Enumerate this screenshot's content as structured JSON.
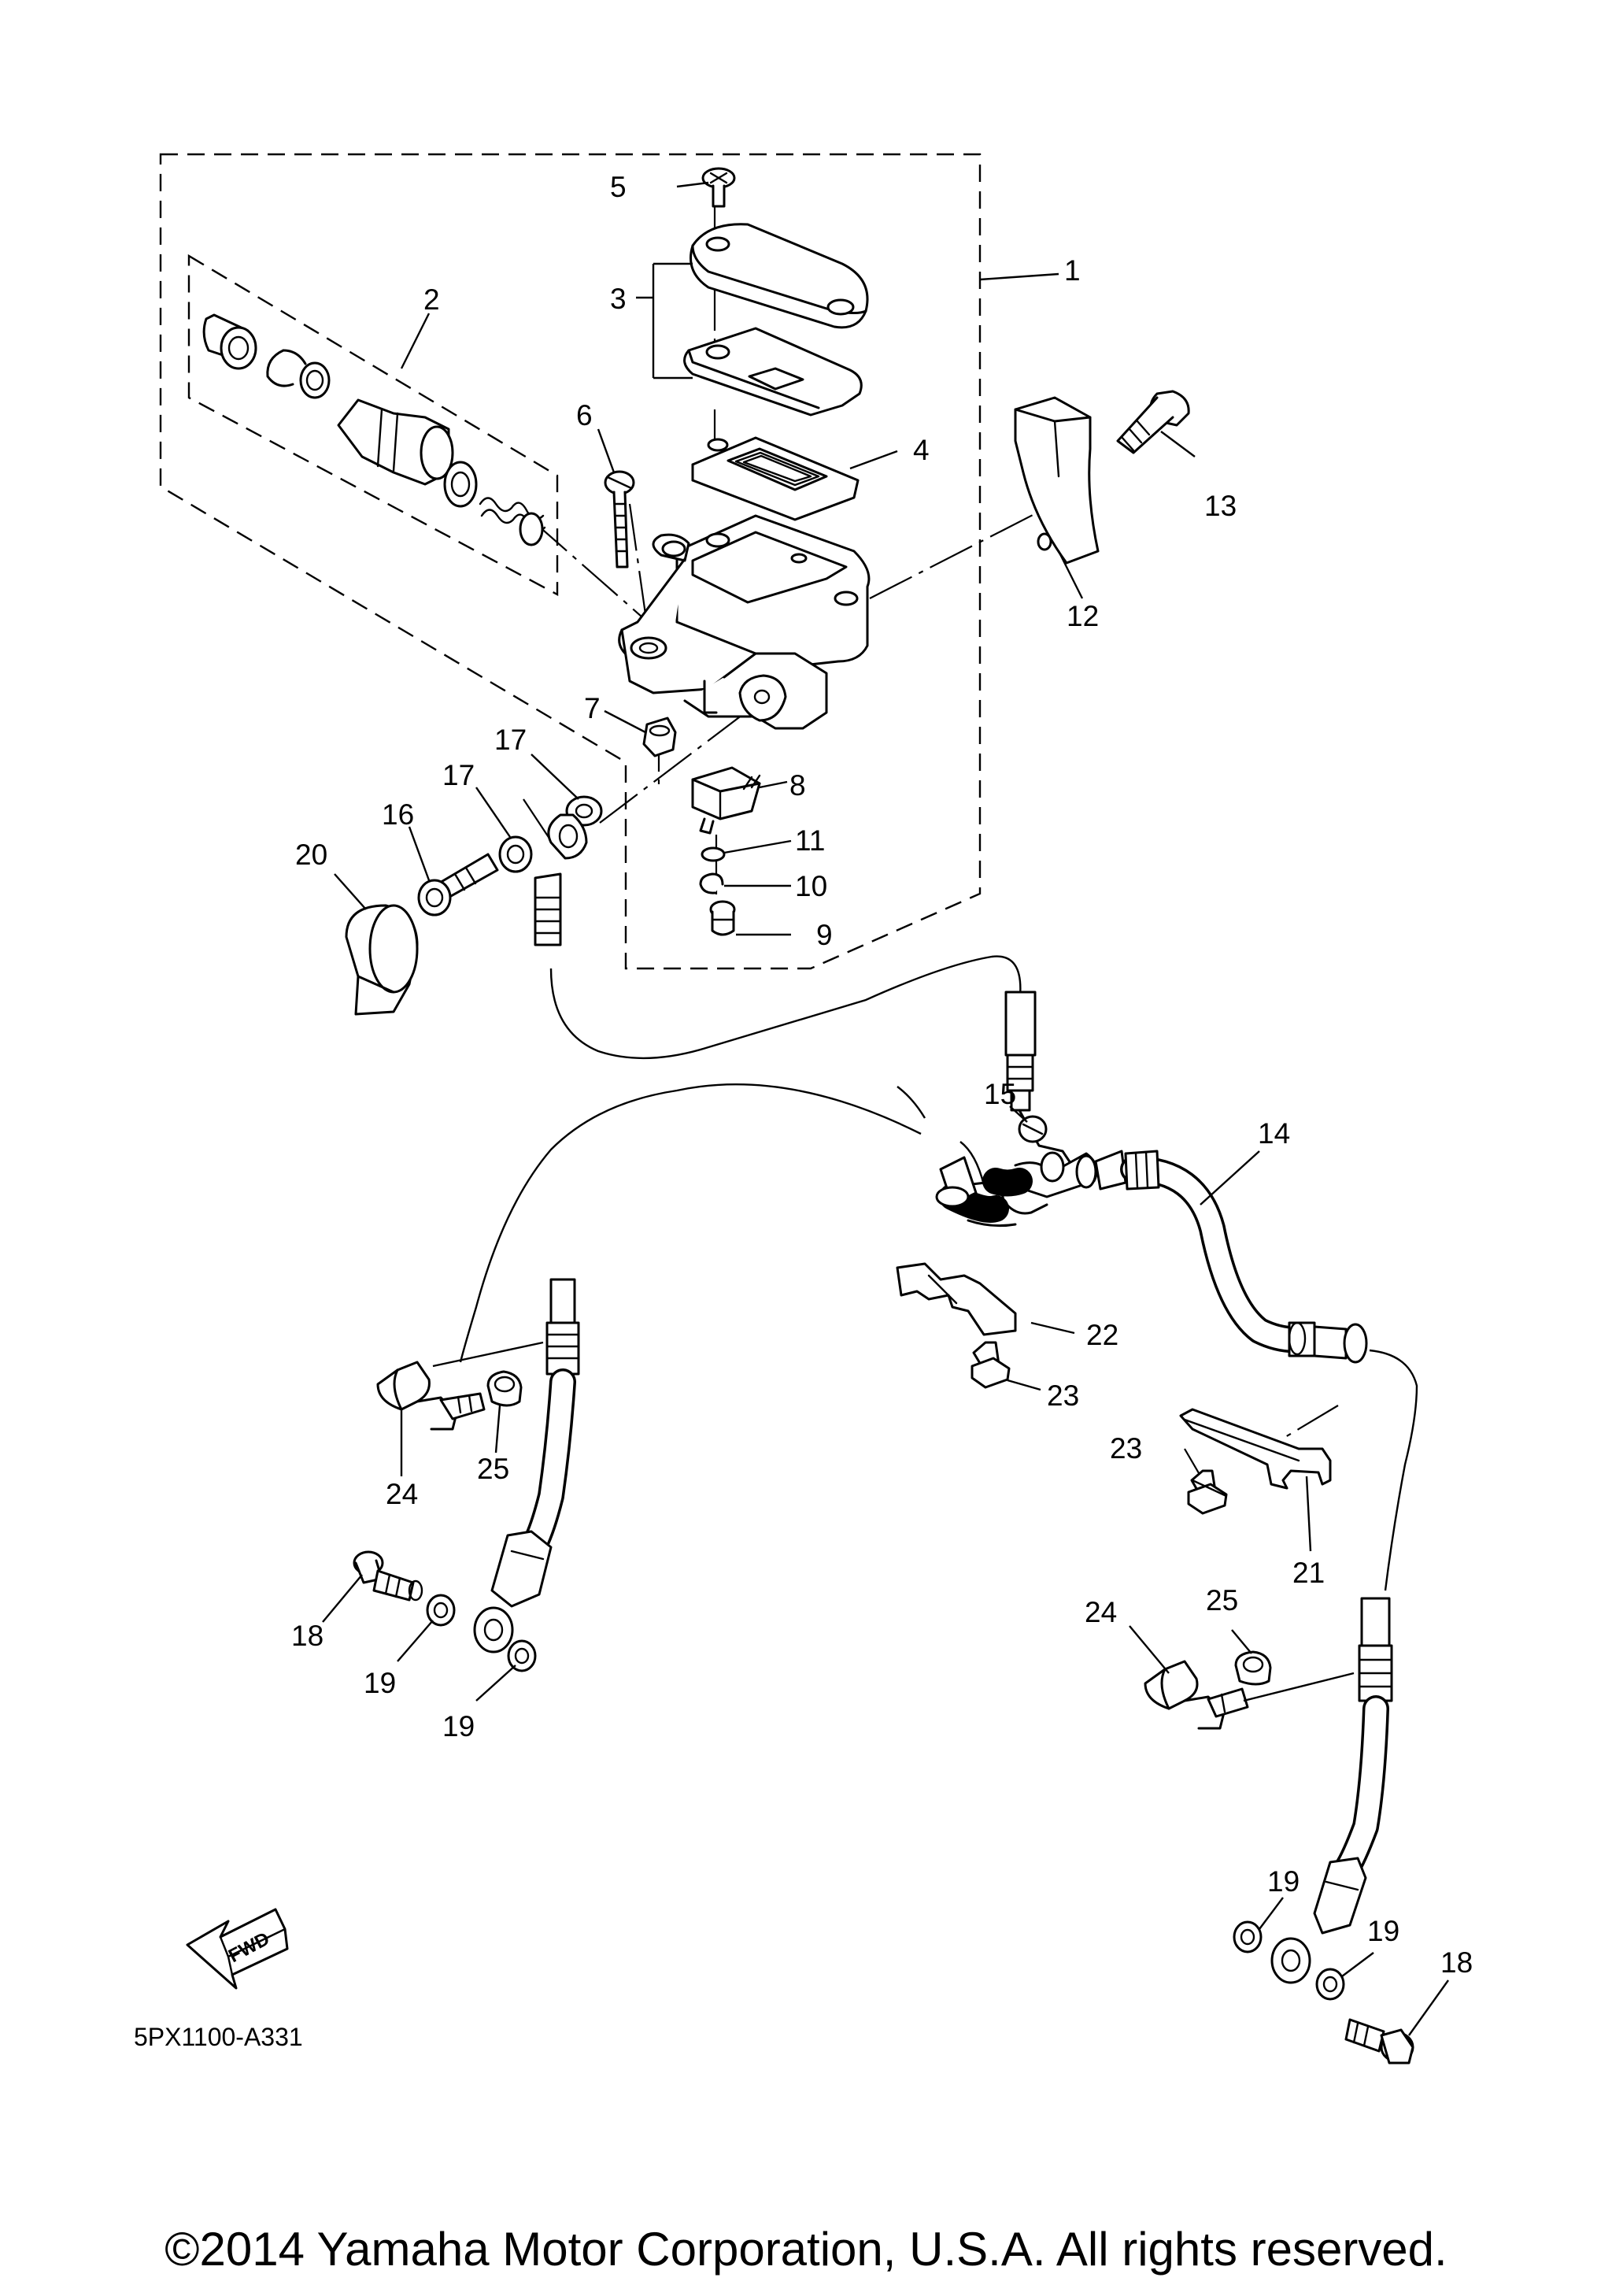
{
  "diagram": {
    "code": "5PX1100-A331",
    "fwd": "FWD",
    "copyright": "©2014 Yamaha Motor Corporation, U.S.A. All rights reserved.",
    "callouts": {
      "c1": "1",
      "c2": "2",
      "c3": "3",
      "c4": "4",
      "c5": "5",
      "c6": "6",
      "c7": "7",
      "c8": "8",
      "c9": "9",
      "c10": "10",
      "c11": "11",
      "c12": "12",
      "c13": "13",
      "c14": "14",
      "c15": "15",
      "c16": "16",
      "c17a": "17",
      "c17b": "17",
      "c18a": "18",
      "c18b": "18",
      "c19a": "19",
      "c19b": "19",
      "c19c": "19",
      "c19d": "19",
      "c20": "20",
      "c21": "21",
      "c22": "22",
      "c23a": "23",
      "c23b": "23",
      "c24a": "24",
      "c24b": "24",
      "c25a": "25",
      "c25b": "25"
    }
  }
}
